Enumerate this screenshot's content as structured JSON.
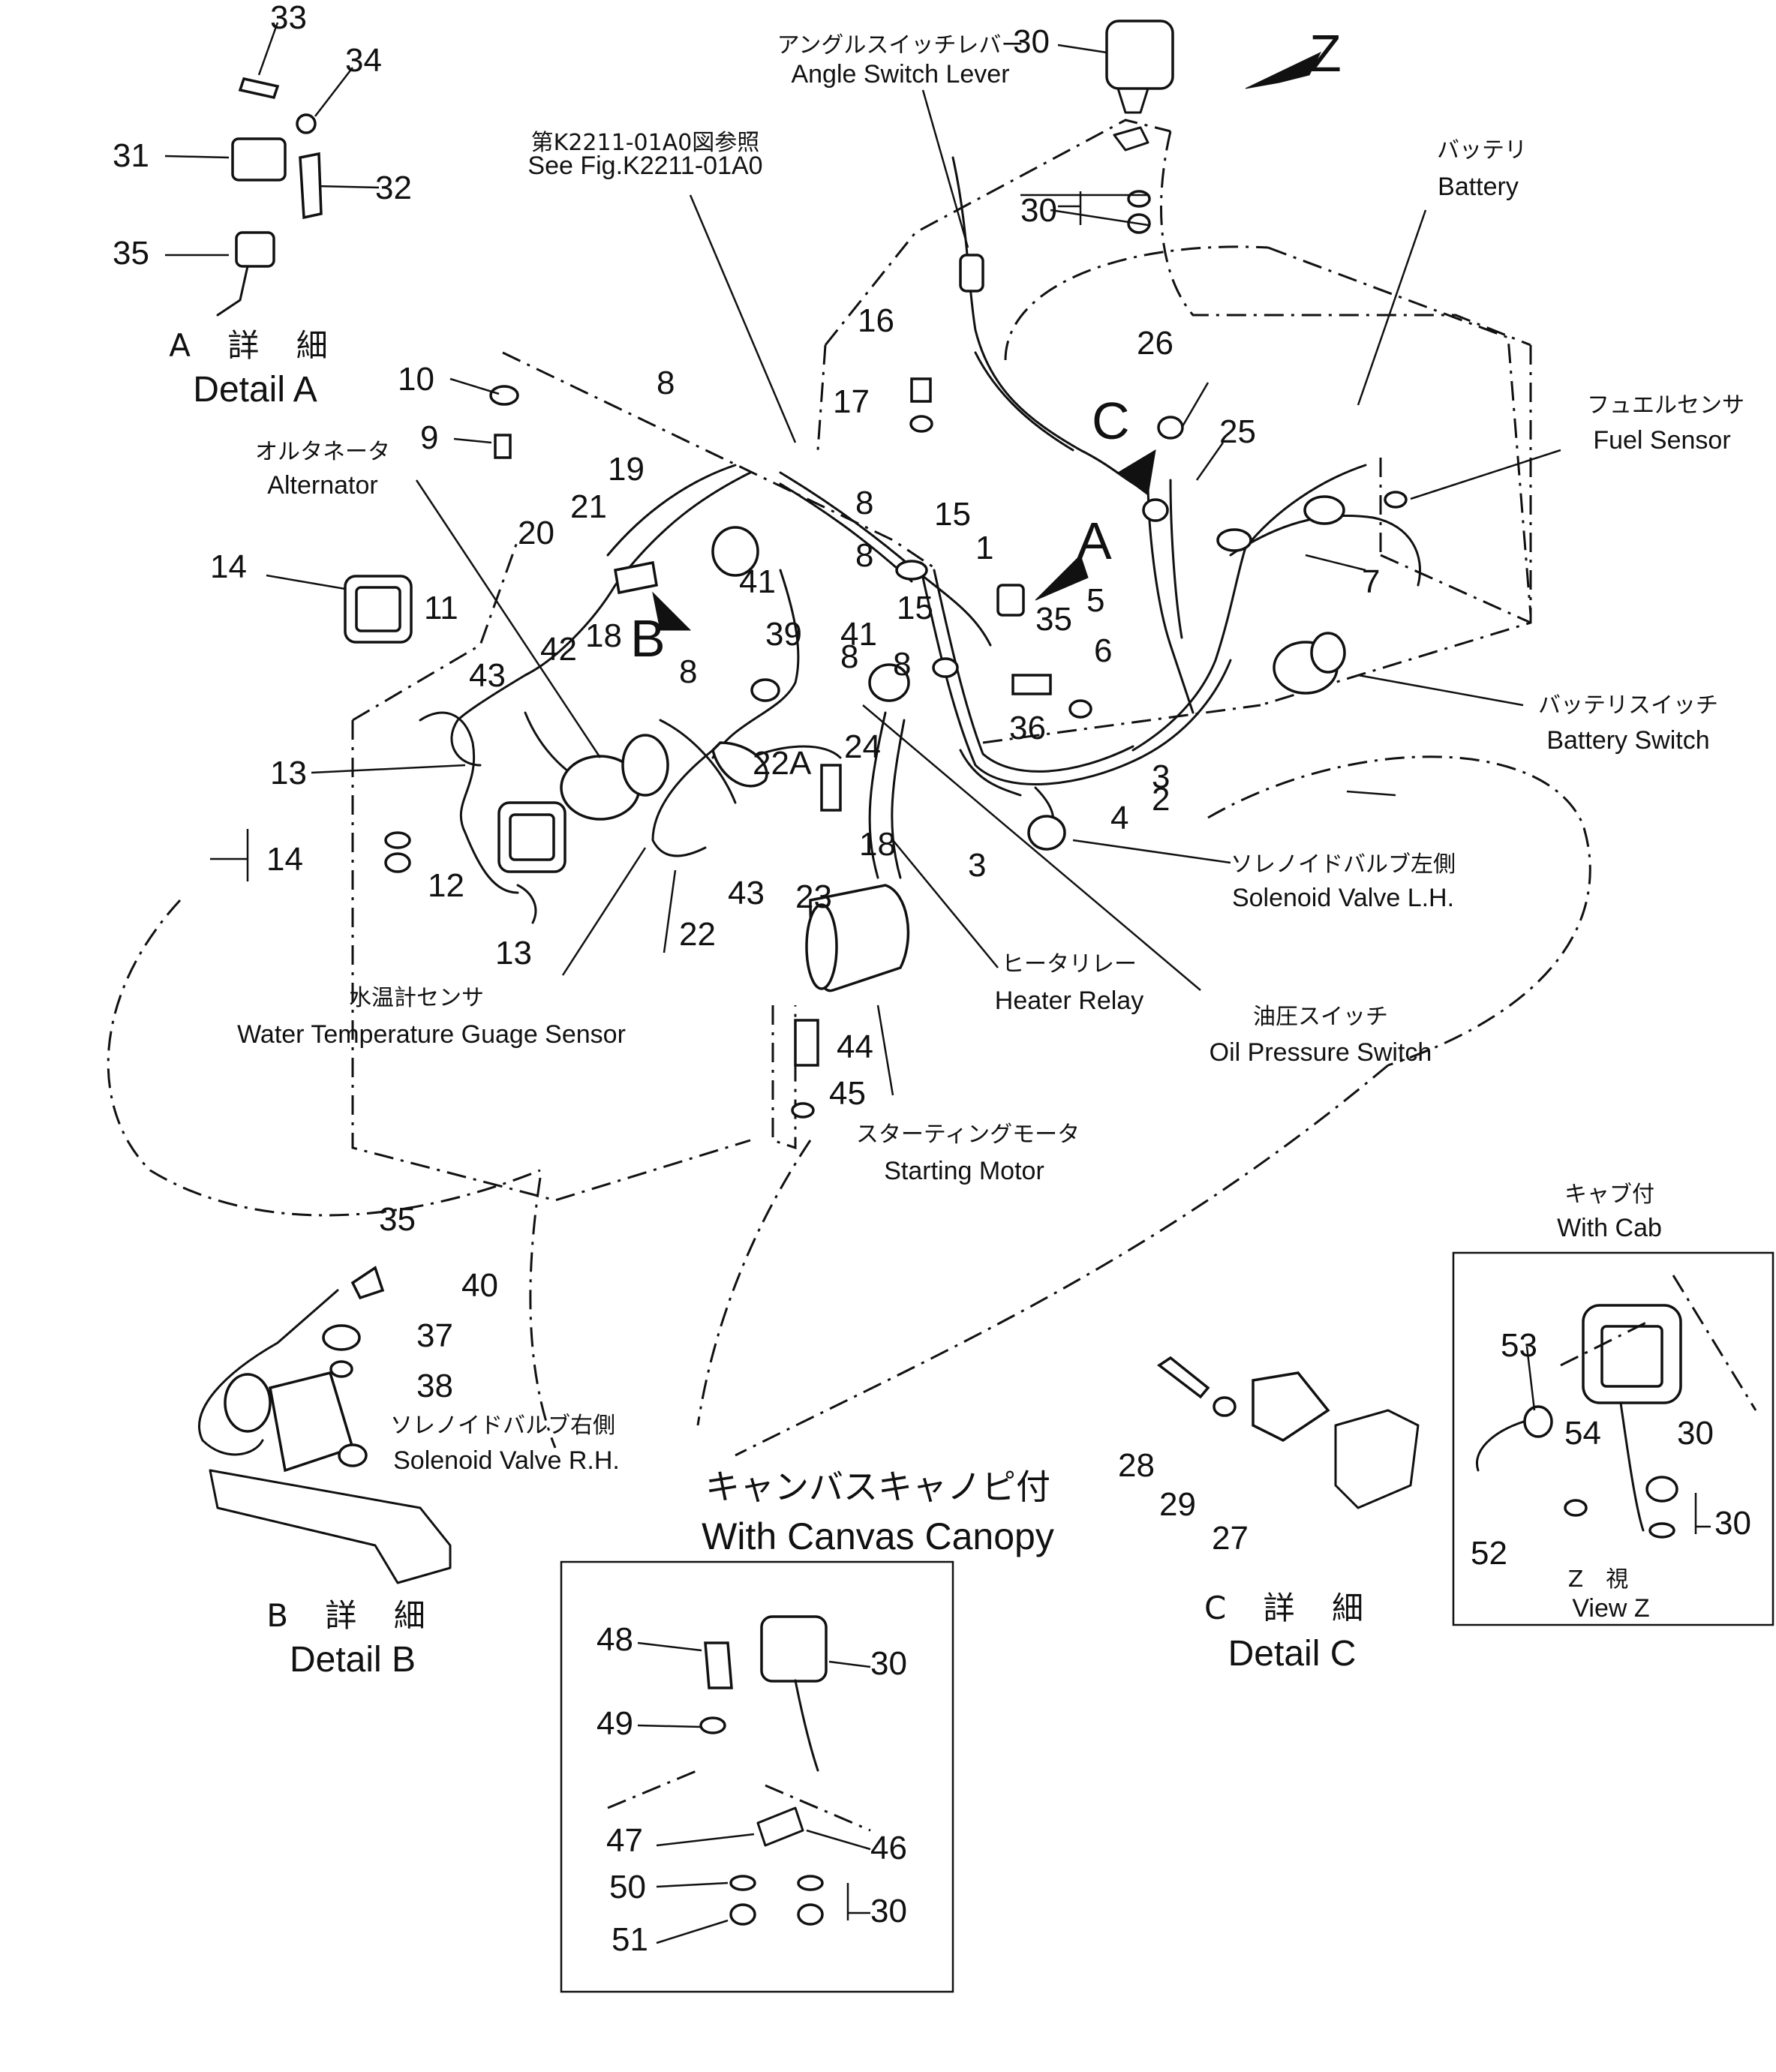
{
  "labels": {
    "angle_switch_lever_jp": "アングルスイッチレバー",
    "angle_switch_lever_en": "Angle Switch Lever",
    "see_fig_jp": "第K2211-01A0図参照",
    "see_fig_en": "See Fig.K2211-01A0",
    "battery_jp": "バッテリ",
    "battery_en": "Battery",
    "fuel_sensor_jp": "フュエルセンサ",
    "fuel_sensor_en": "Fuel Sensor",
    "alternator_jp": "オルタネータ",
    "alternator_en": "Alternator",
    "battery_switch_jp": "バッテリスイッチ",
    "battery_switch_en": "Battery Switch",
    "solenoid_lh_jp": "ソレノイドバルブ左側",
    "solenoid_lh_en": "Solenoid Valve L.H.",
    "heater_relay_jp": "ヒータリレー",
    "heater_relay_en": "Heater Relay",
    "oil_pressure_jp": "油圧スイッチ",
    "oil_pressure_en": "Oil Pressure Switch",
    "water_temp_jp": "水温計センサ",
    "water_temp_en": "Water Temperature Guage Sensor",
    "starting_motor_jp": "スターティングモータ",
    "starting_motor_en": "Starting Motor",
    "solenoid_rh_jp": "ソレノイドバルブ右側",
    "solenoid_rh_en": "Solenoid Valve R.H.",
    "canvas_jp": "キャンバスキャノピ付",
    "canvas_en": "With Canvas Canopy",
    "with_cab_jp": "キャブ付",
    "with_cab_en": "With Cab",
    "view_z_jp": "Z　視",
    "view_z_en": "View Z"
  },
  "details": {
    "a_jp": "A 詳 細",
    "a_en": "Detail A",
    "b_jp": "B 詳 細",
    "b_en": "Detail B",
    "c_jp": "C 詳 細",
    "c_en": "Detail C"
  },
  "letters": {
    "z": "Z",
    "a": "A",
    "b": "B",
    "c": "C"
  },
  "callouts": {
    "n1": "1",
    "n2": "2",
    "n3": "3",
    "n3b": "3",
    "n4": "4",
    "n5": "5",
    "n6": "6",
    "n7": "7",
    "n8a": "8",
    "n8b": "8",
    "n8c": "8",
    "n8d": "8",
    "n8e": "8",
    "n8f": "8",
    "n9": "9",
    "n10": "10",
    "n11": "11",
    "n12": "12",
    "n13a": "13",
    "n13b": "13",
    "n14a": "14",
    "n14b": "14",
    "n15a": "15",
    "n15b": "15",
    "n16": "16",
    "n17": "17",
    "n18a": "18",
    "n18b": "18",
    "n19": "19",
    "n20": "20",
    "n21": "21",
    "n22a": "22",
    "n22b": "22A",
    "n23": "23",
    "n24": "24",
    "n25": "25",
    "n26": "26",
    "n27": "27",
    "n28": "28",
    "n29": "29",
    "n30a": "30",
    "n30b": "30",
    "n30c": "30",
    "n30d": "30",
    "n30e": "30",
    "n30f": "30",
    "n31": "31",
    "n32": "32",
    "n33": "33",
    "n34": "34",
    "n35a": "35",
    "n35b": "35",
    "n35c": "35",
    "n36": "36",
    "n37": "37",
    "n38": "38",
    "n39": "39",
    "n40": "40",
    "n41a": "41",
    "n41b": "41",
    "n42": "42",
    "n43a": "43",
    "n43b": "43",
    "n44": "44",
    "n45": "45",
    "n46": "46",
    "n47": "47",
    "n48": "48",
    "n49": "49",
    "n50": "50",
    "n51": "51",
    "n52": "52",
    "n53": "53",
    "n54": "54"
  }
}
